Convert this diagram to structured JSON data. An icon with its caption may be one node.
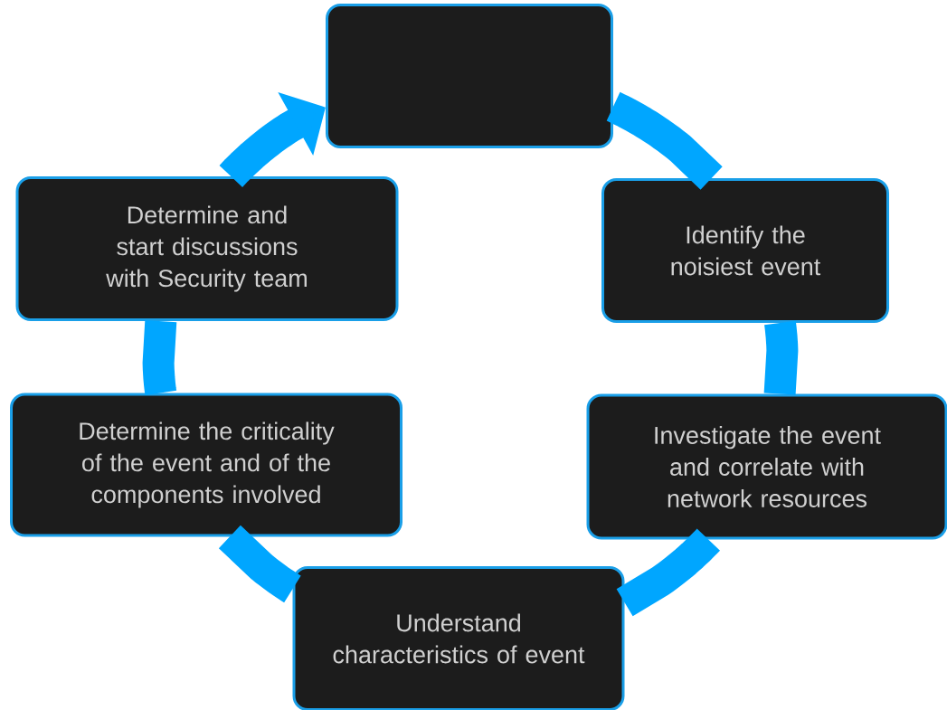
{
  "diagram": {
    "nodes": [
      {
        "text": [],
        "shape": "box"
      },
      {
        "text": [
          "Identify the noisiest event"
        ]
      },
      {
        "text": [
          "Investigate the event and correlate with network resources"
        ]
      },
      {
        "text": [
          "Understand characteristics of event"
        ]
      },
      {
        "text": [
          "Determine the criticality of the event and of the components involved"
        ]
      },
      {
        "text": [
          "Determine and start discussions with Security team"
        ]
      }
    ],
    "edges": [
      {
        "from": 0,
        "to": 1,
        "arrow": "none"
      },
      {
        "from": 1,
        "to": 2,
        "arrow": "none"
      },
      {
        "from": 2,
        "to": 3,
        "arrow": "none"
      },
      {
        "from": 3,
        "to": 4,
        "arrow": "none"
      },
      {
        "from": 4,
        "to": 5,
        "arrow": "none"
      },
      {
        "from": 5,
        "to": 0,
        "arrow": "to"
      }
    ]
  }
}
